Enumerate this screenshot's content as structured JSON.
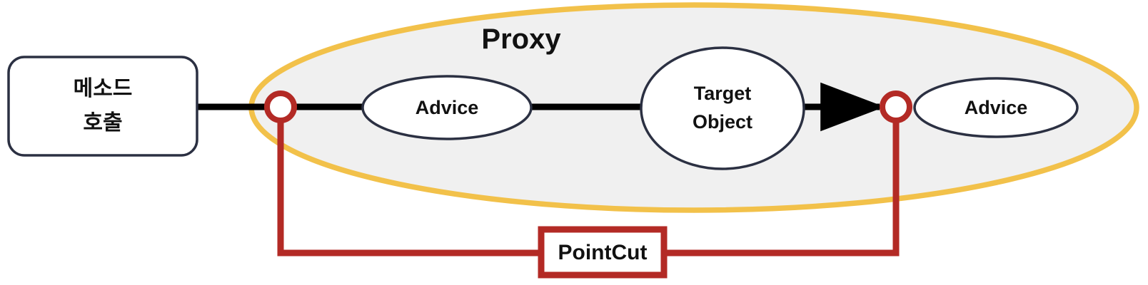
{
  "diagram": {
    "type": "aop-proxy-flow-diagram",
    "caller_box": {
      "label_line1": "메소드",
      "label_line2": "호출",
      "border_color": "#2b3042",
      "fill_color": "#ffffff"
    },
    "proxy_container": {
      "title": "Proxy",
      "border_color": "#f2c14a",
      "fill_color": "#f0f0f0"
    },
    "nodes": [
      {
        "id": "advice-1",
        "label": "Advice",
        "shape": "ellipse",
        "border_color": "#2b3042",
        "fill_color": "#ffffff"
      },
      {
        "id": "target-object",
        "label_line1": "Target",
        "label_line2": "Object",
        "shape": "ellipse",
        "border_color": "#2b3042",
        "fill_color": "#ffffff"
      },
      {
        "id": "advice-2",
        "label": "Advice",
        "shape": "ellipse",
        "border_color": "#2b3042",
        "fill_color": "#ffffff"
      }
    ],
    "joinpoints": [
      {
        "id": "joinpoint-left",
        "shape": "circle",
        "color": "#b32a25",
        "fill_color": "#ffffff"
      },
      {
        "id": "joinpoint-right",
        "shape": "circle",
        "color": "#b32a25",
        "fill_color": "#ffffff"
      }
    ],
    "pointcut_box": {
      "label": "PointCut",
      "border_color": "#b32a25",
      "fill_color": "#ffffff",
      "text_color": "#111111"
    },
    "connectors": {
      "flow_color": "#000000",
      "pointcut_link_color": "#b32a25",
      "arrow_head": "filled-triangle"
    }
  }
}
